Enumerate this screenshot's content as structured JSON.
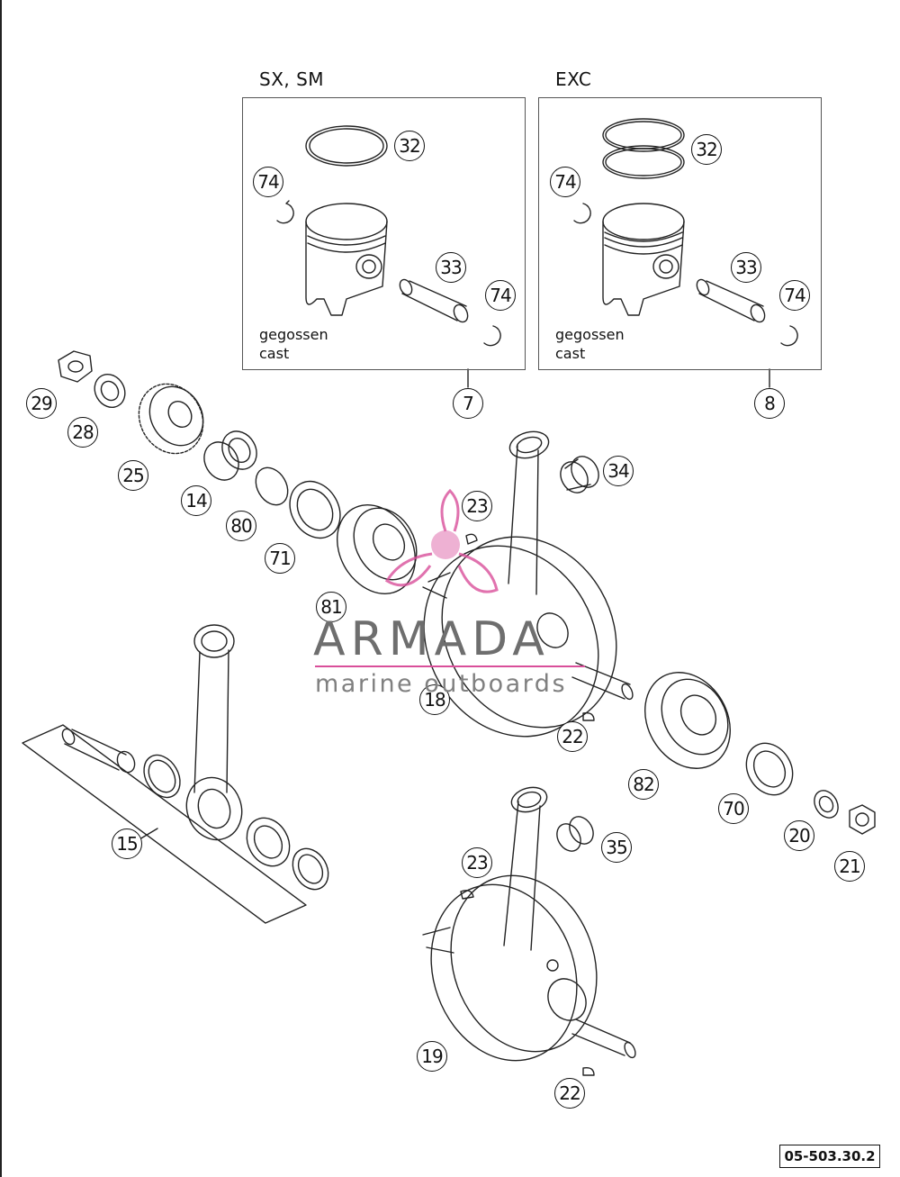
{
  "kits": [
    {
      "id": "sx-sm",
      "title": "SX, SM",
      "note_line1": "gegossen",
      "note_line2": "cast"
    },
    {
      "id": "exc",
      "title": "EXC",
      "note_line1": "gegossen",
      "note_line2": "cast"
    }
  ],
  "callouts": [
    "32",
    "74",
    "33",
    "74",
    "7",
    "32",
    "74",
    "33",
    "74",
    "8",
    "29",
    "28",
    "25",
    "14",
    "80",
    "71",
    "81",
    "23",
    "34",
    "18",
    "22",
    "82",
    "70",
    "20",
    "21",
    "15",
    "23",
    "35",
    "19",
    "22"
  ],
  "watermark": {
    "brand": "ARMADA",
    "tagline": "marine outboards",
    "accent_color": "#d94f9a"
  },
  "figure_ref": "05-503.30.2"
}
